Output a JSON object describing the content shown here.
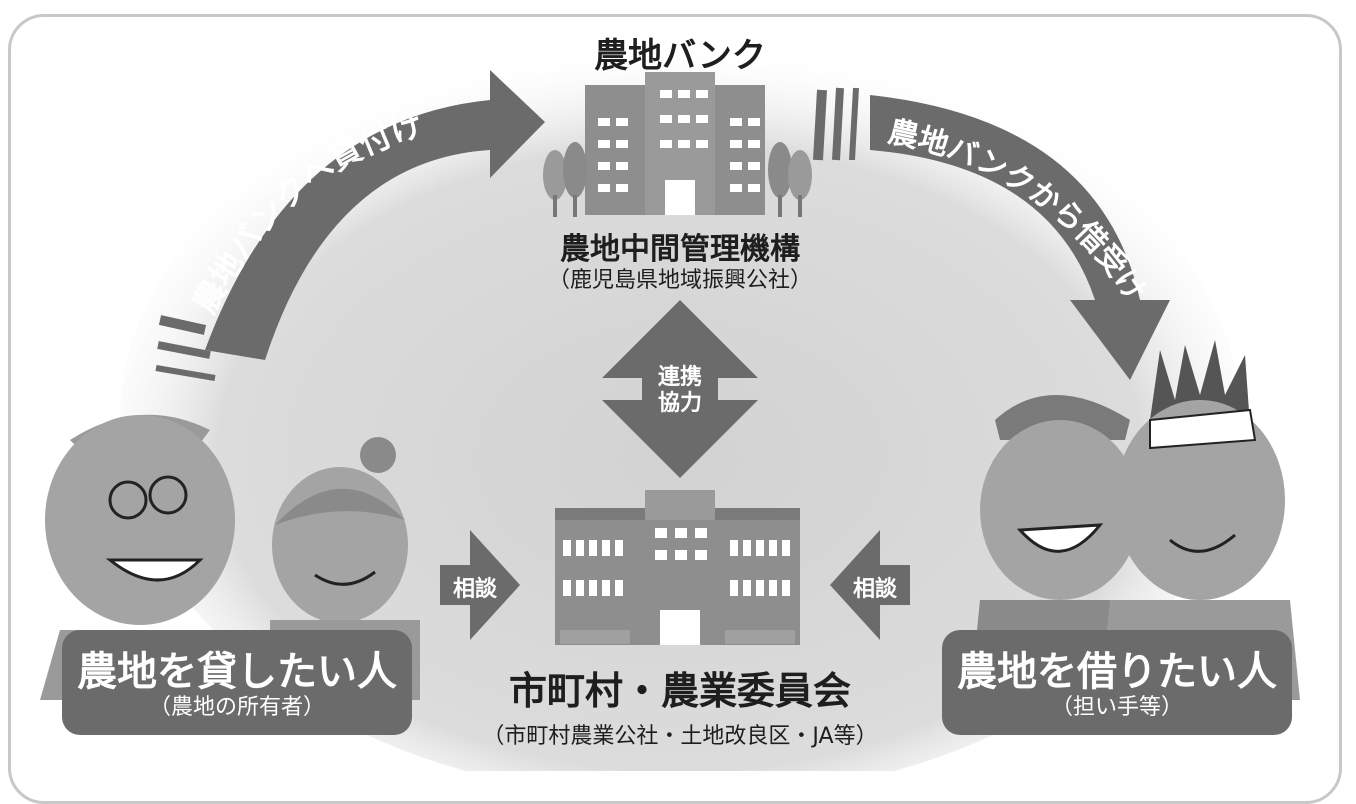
{
  "bank": {
    "title": "農地バンク",
    "org_name": "農地中間管理機構",
    "org_sub": "（鹿児島県地域振興公社）"
  },
  "arrows": {
    "lend_label": "農地バンクへ貸付け",
    "borrow_label": "農地バンクから借受け",
    "cooperation_line1": "連携",
    "cooperation_line2": "協力",
    "consult_left": "相談",
    "consult_right": "相談"
  },
  "municipal": {
    "title": "市町村・農業委員会",
    "subtitle": "（市町村農業公社・土地改良区・JA等）"
  },
  "lender": {
    "title": "農地を貸したい人",
    "subtitle": "（農地の所有者）"
  },
  "borrower": {
    "title": "農地を借りたい人",
    "subtitle": "（担い手等）"
  },
  "colors": {
    "arrow": "#6b6b6b",
    "box": "#6b6b6b",
    "building": "#8e8e8e",
    "figure": "#a4a4a4",
    "background_glow": "#d6d6d6"
  }
}
